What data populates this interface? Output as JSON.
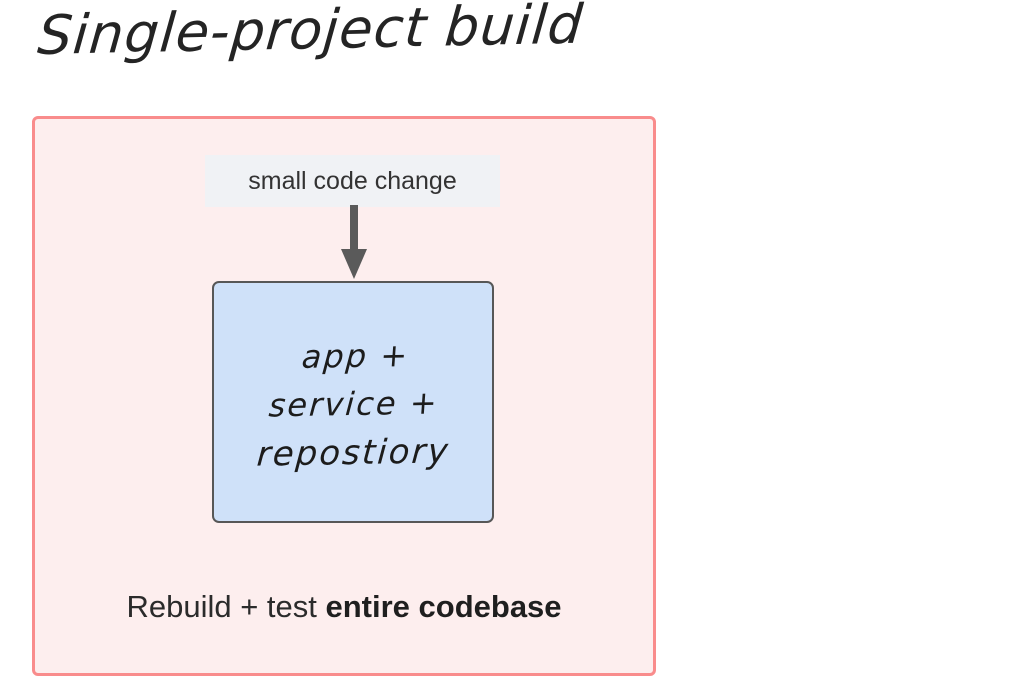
{
  "diagram": {
    "title": "Single-project build",
    "type": "architecture-annotation",
    "colors": {
      "outer_border": "#f98c8c",
      "outer_background": "#fdeeee",
      "component_fill": "#cfe1f9",
      "component_border": "#575757",
      "chip_background": "#f0f2f5",
      "arrow": "#5a5a5a",
      "page_background": "#ffffff",
      "text": "#2b2b2b"
    },
    "input_chip": {
      "label": "small code change"
    },
    "arrow": {
      "icon": "arrow-down-icon",
      "direction": "down",
      "from": "small code change",
      "to": "app + service + repostiory"
    },
    "component_box": {
      "lines": [
        "app +",
        "service +",
        "repostiory"
      ]
    },
    "caption": {
      "normal_text": "Rebuild + test ",
      "strong_text": "entire codebase"
    }
  }
}
